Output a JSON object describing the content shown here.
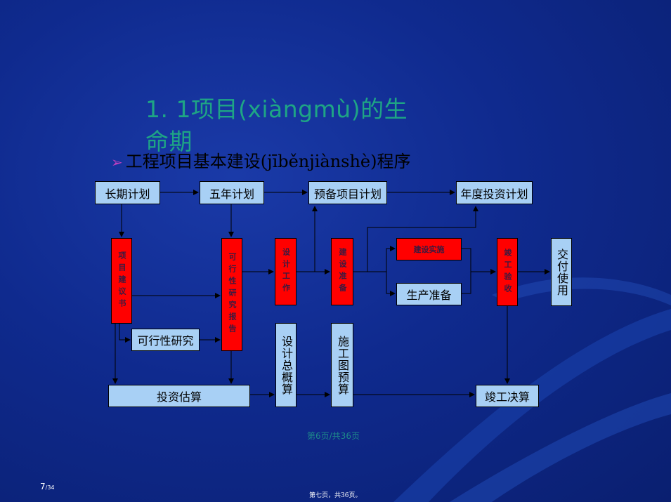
{
  "title": "1. 1项目(xiàngmù)的生命期",
  "subtitle": {
    "bullet": "➢",
    "text": "工程项目基本建设(jīběnjiànshè)程序"
  },
  "nodes": {
    "changqi": "长期计划",
    "wunian": "五年计划",
    "yubei": "预备项目计划",
    "niandu": "年度投资计划",
    "jianyishu": "项目建议书",
    "kexingbaogao": "可行性研究报告",
    "sheji": "设计工作",
    "jianshezhunbei": "建设准备",
    "jiansheshishi": "建设实施",
    "shengchan": "生产准备",
    "jungongyanshou": "竣工验收",
    "jiaofu": "交付使用",
    "kexingyanjiu": "可行性研究",
    "touzi": "投资估算",
    "shejizong": "设计总概算",
    "shigongtu": "施工图预算",
    "juesuan": "竣工决算"
  },
  "page_mark": "第6页/共36页",
  "slide_number": "7",
  "slide_total": "/34",
  "footer": "第七页，共36页。",
  "colors": {
    "title": "#1ea585",
    "box_blue": "#a8d0f5",
    "box_red": "#ff0000"
  }
}
